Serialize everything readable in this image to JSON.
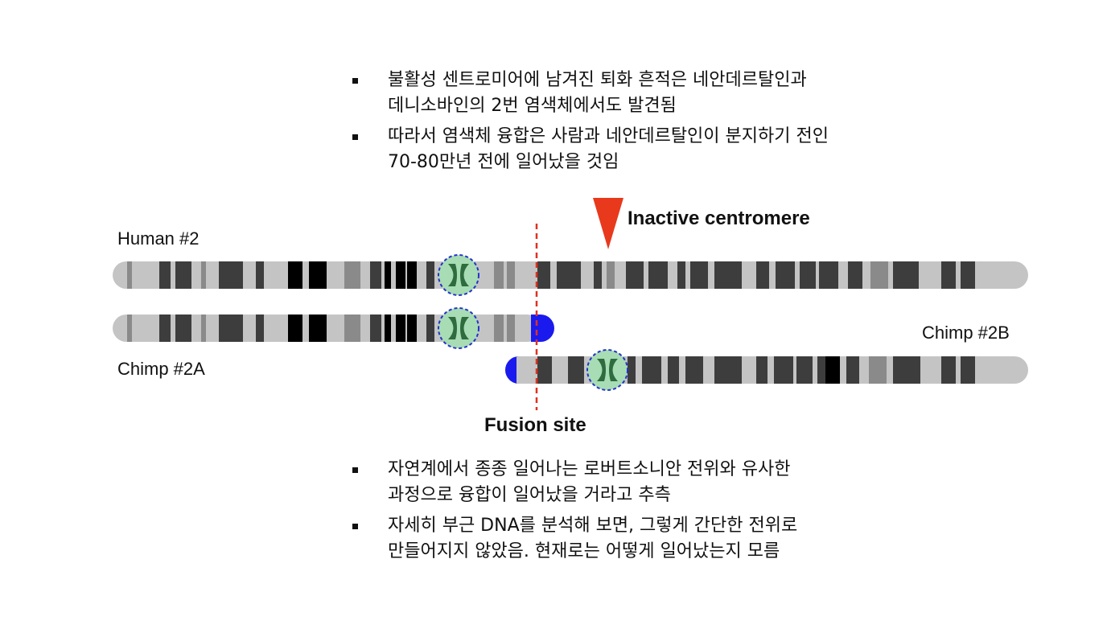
{
  "top_bullets": [
    {
      "lines": [
        "불활성 센트로미어에 남겨진 퇴화 흔적은 네안데르탈인과",
        "데니소바인의 2번 염색체에서도 발견됨"
      ]
    },
    {
      "lines": [
        "따라서 염색체 융합은 사람과 네안데르탈인이 분지하기 전인",
        "70-80만년 전에 일어났을 것임"
      ]
    }
  ],
  "bottom_bullets": [
    {
      "lines": [
        "자연계에서 종종 일어나는 로버트소니안 전위와 유사한",
        "과정으로 융합이 일어났을 거라고 추측"
      ]
    },
    {
      "lines": [
        "자세히 부근 DNA를 분석해 보면, 그렇게 간단한 전위로",
        "만들어지지 않았음. 현재로는 어떻게 일어났는지 모름"
      ]
    }
  ],
  "labels": {
    "human": "Human #2",
    "chimp_a": "Chimp #2A",
    "chimp_b": "Chimp #2B",
    "inactive_centromere": "Inactive centromere",
    "fusion_site": "Fusion site"
  },
  "colors": {
    "chromosome_base": "#c4c4c4",
    "band_dark": "#3d3d3d",
    "band_black": "#000000",
    "band_mid": "#8a8a8a",
    "centromere_fill": "#a8dcb4",
    "centromere_outline": "#2233cc",
    "telomere_cap": "#1a1aee",
    "fusion_line": "#e03020",
    "marker": "#e8391d"
  }
}
